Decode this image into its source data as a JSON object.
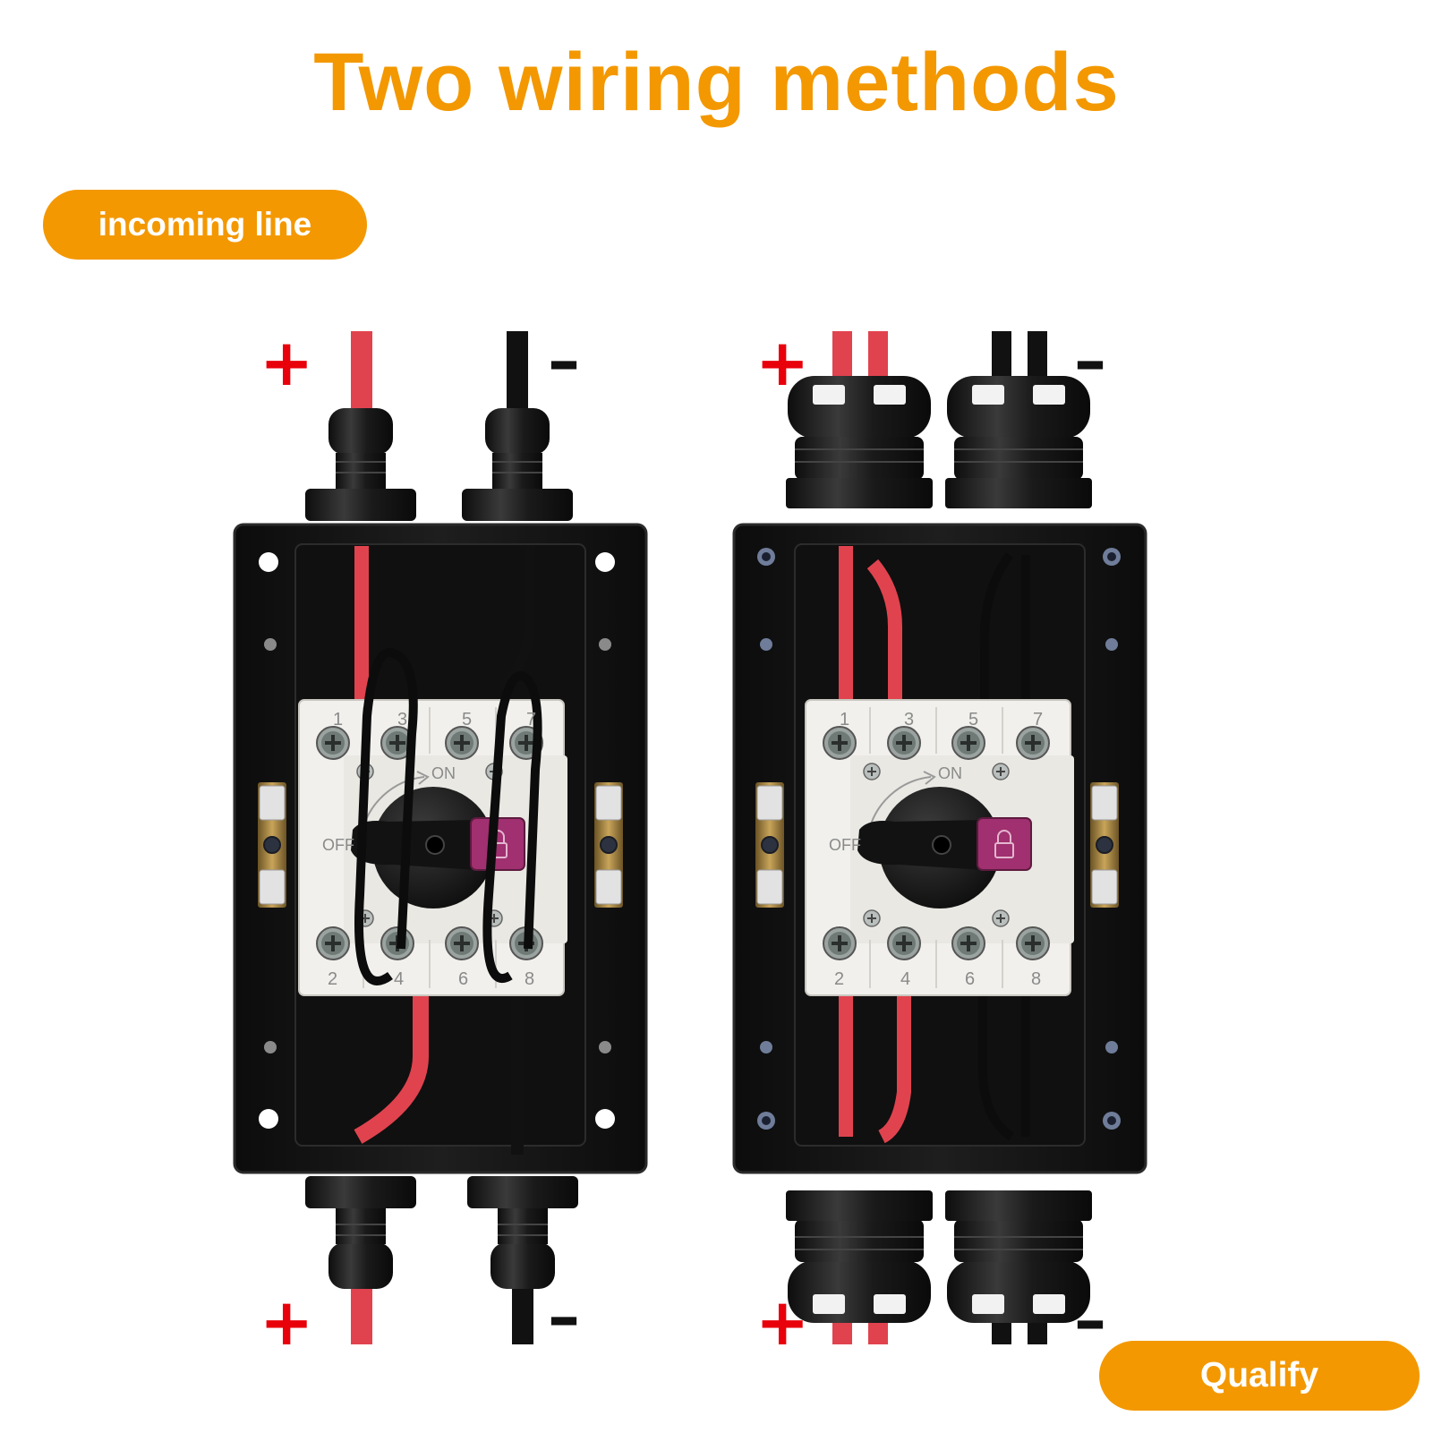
{
  "title": "Two wiring methods",
  "badges": {
    "incoming": "incoming line",
    "qualify": "Qualify"
  },
  "polarity": {
    "positive": "+",
    "negative": "–"
  },
  "switch_labels": {
    "top_terminals": [
      "1",
      "3",
      "5",
      "7"
    ],
    "bottom_terminals": [
      "2",
      "4",
      "6",
      "8"
    ],
    "on": "ON",
    "off": "OFF"
  },
  "colors": {
    "accent": "#F39800",
    "positive_wire": "#E0434E",
    "negative_wire": "#111111",
    "plus_sign": "#E8000B",
    "enclosure": "#141414",
    "switch_body": "#F1F0EC",
    "lock_button": "#A0306F"
  },
  "icons": [
    "lock-icon"
  ]
}
